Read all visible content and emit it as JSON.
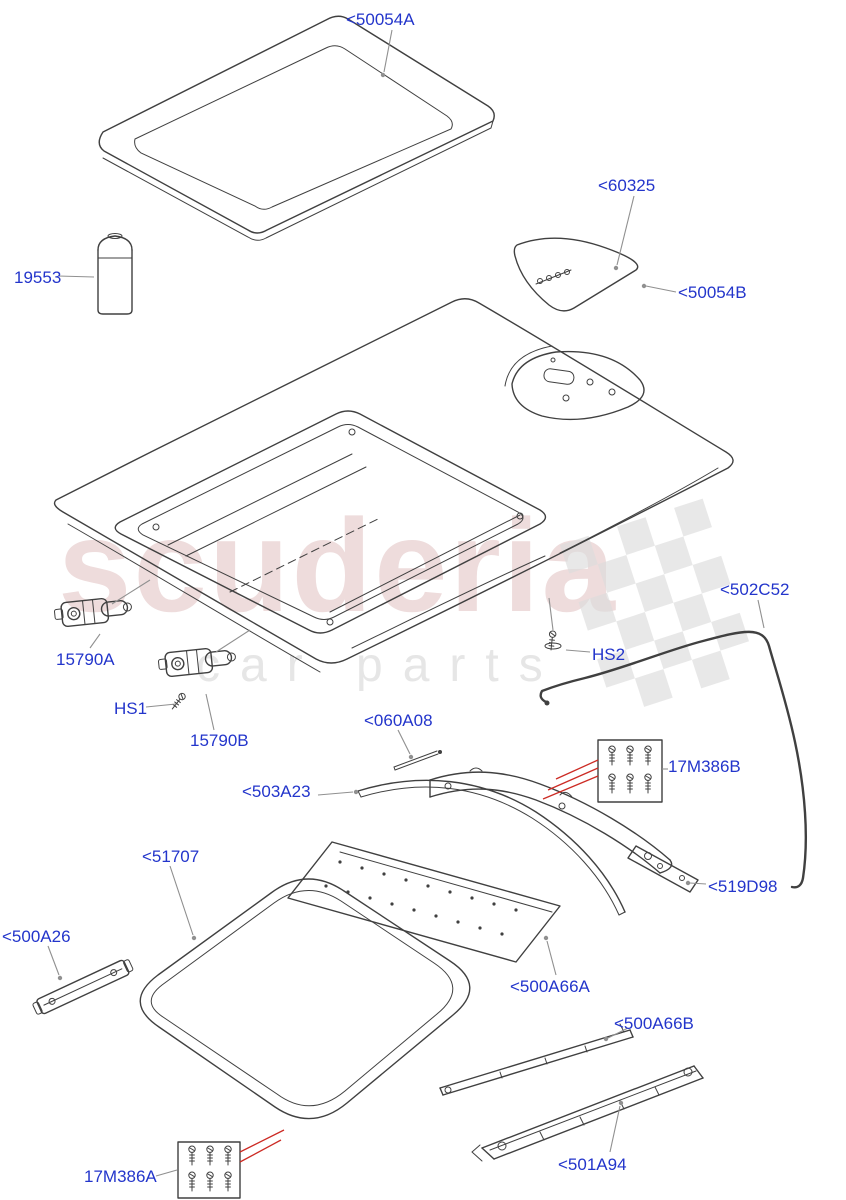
{
  "watermark": {
    "line1": "scuderia",
    "line2": "car parts"
  },
  "colors": {
    "label": "#2335cb",
    "line_art": "#404040",
    "leader": "#909090",
    "red_leader": "#cc2b24",
    "watermark_pink": "#eedcdc",
    "watermark_gray": "#e6e6e6",
    "checker": "#dcdcdc",
    "page_bg": "#ffffff"
  },
  "labels": [
    {
      "part": "50054A",
      "text": "<50054A"
    },
    {
      "part": "60325",
      "text": "<60325"
    },
    {
      "part": "19553",
      "text": "19553"
    },
    {
      "part": "50054B",
      "text": "<50054B"
    },
    {
      "part": "502C52",
      "text": "<502C52"
    },
    {
      "part": "15790A",
      "text": "15790A"
    },
    {
      "part": "HS1",
      "text": "HS1"
    },
    {
      "part": "15790B",
      "text": "15790B"
    },
    {
      "part": "HS2",
      "text": "HS2"
    },
    {
      "part": "060A08",
      "text": "<060A08"
    },
    {
      "part": "17M386B",
      "text": "17M386B"
    },
    {
      "part": "503A23",
      "text": "<503A23"
    },
    {
      "part": "519D98",
      "text": "<519D98"
    },
    {
      "part": "51707",
      "text": "<51707"
    },
    {
      "part": "500A26",
      "text": "<500A26"
    },
    {
      "part": "500A66A",
      "text": "<500A66A"
    },
    {
      "part": "500A66B",
      "text": "<500A66B"
    },
    {
      "part": "17M386A",
      "text": "17M386A"
    },
    {
      "part": "501A94",
      "text": "<501A94"
    }
  ]
}
